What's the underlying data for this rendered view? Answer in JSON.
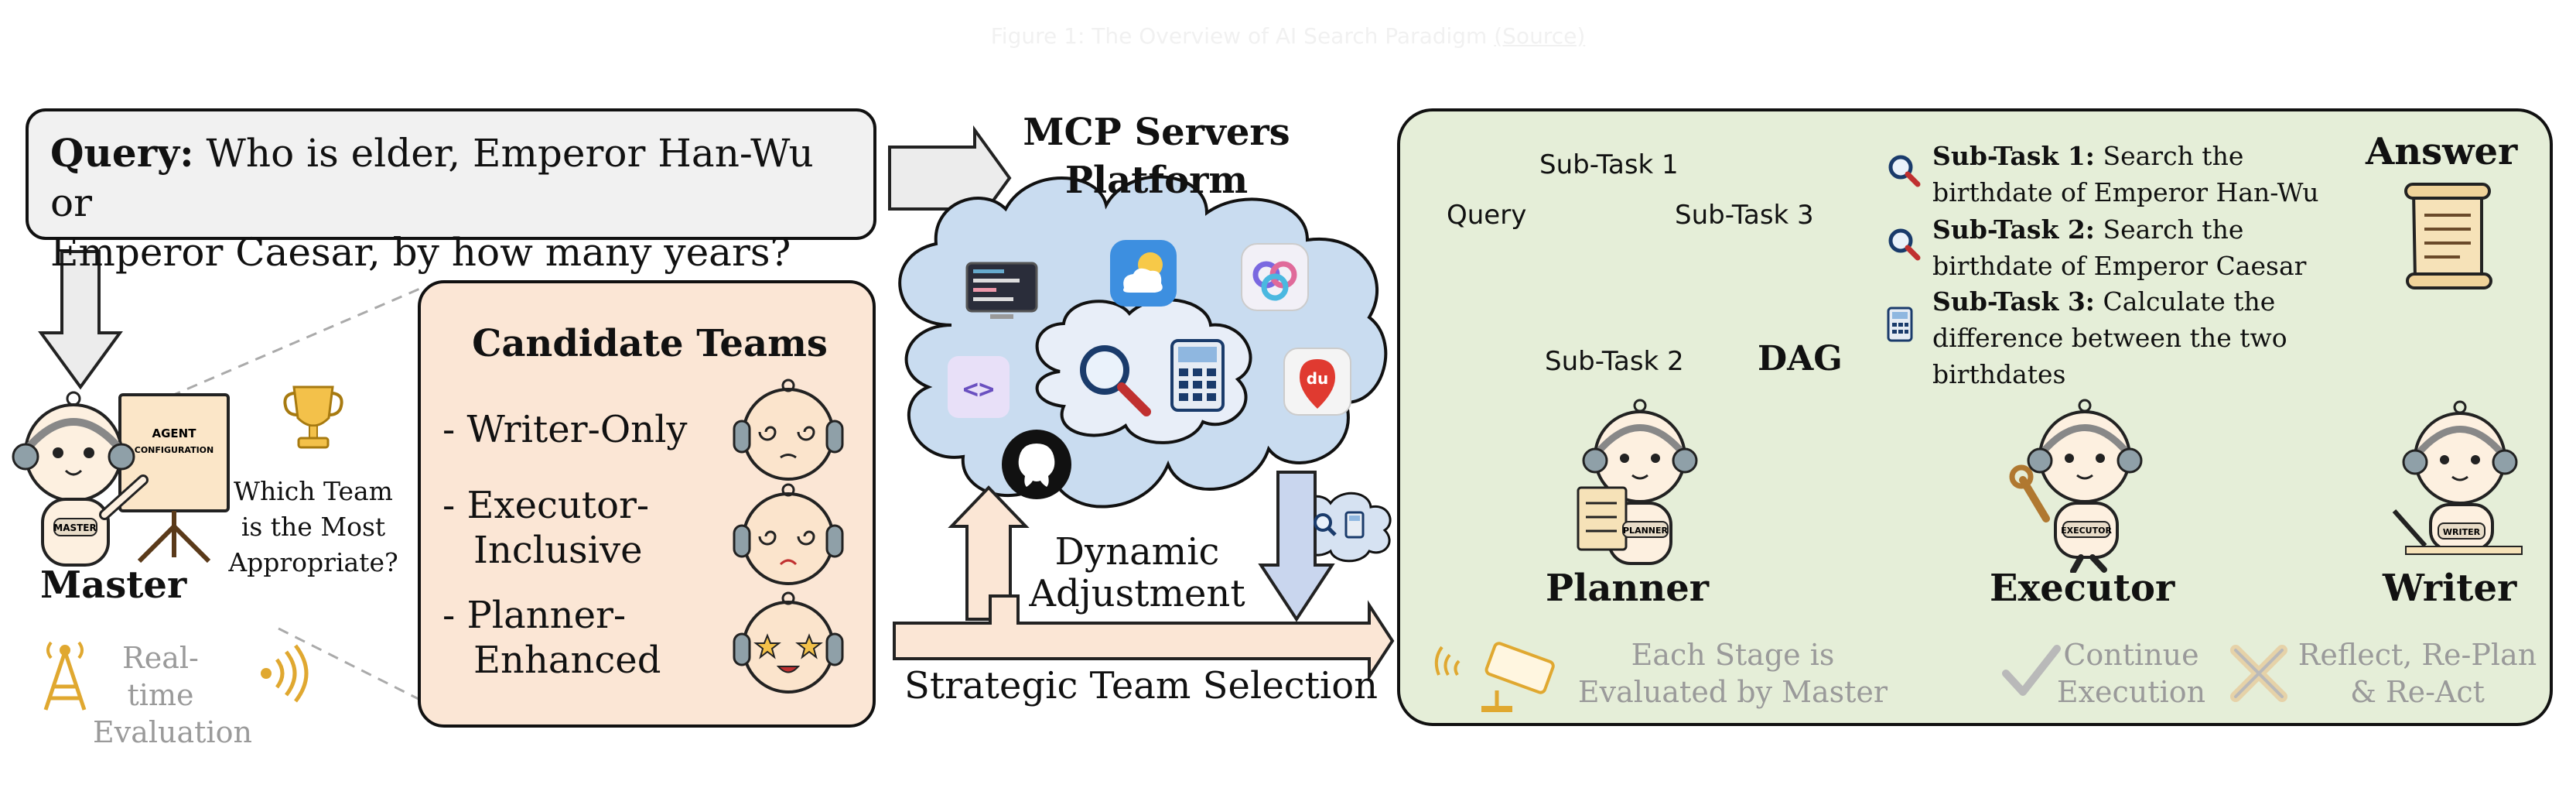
{
  "caption": {
    "text": "Figure 1: The Overview of AI Search Paradigm",
    "link": "(Source)"
  },
  "query": {
    "label": "Query:",
    "text_line1": "Who is elder, Emperor Han-Wu or",
    "text_line2": "Emperor Caesar, by how many years?"
  },
  "master": {
    "label": "Master",
    "question_lines": [
      "Which Team",
      "is the Most",
      "Appropriate?"
    ],
    "board_text": [
      "AGENT",
      "CONFIGURATION"
    ],
    "badge": "MASTER",
    "realtime_lines": [
      "Real-time",
      "Evaluation"
    ]
  },
  "candidate_teams": {
    "title": "Candidate Teams",
    "items": [
      {
        "lines": [
          "- Writer-Only"
        ]
      },
      {
        "lines": [
          "- Executor-",
          "  Inclusive"
        ]
      },
      {
        "lines": [
          "- Planner-",
          "  Enhanced"
        ]
      }
    ]
  },
  "mcp": {
    "title_lines": [
      "MCP Servers",
      "Platform"
    ],
    "icons": [
      "code-editor-icon",
      "weather-icon",
      "link-app-icon",
      "code-brackets-icon",
      "search-icon",
      "calculator-icon",
      "map-pin-icon",
      "github-icon"
    ],
    "dynamic_lines": [
      "Dynamic",
      "Adjustment"
    ],
    "strategic": "Strategic Team Selection"
  },
  "dag": {
    "label": "DAG",
    "query_label": "Query",
    "subtask1": "Sub-Task 1",
    "subtask2": "Sub-Task 2",
    "subtask3": "Sub-Task 3"
  },
  "subtasks": [
    {
      "bold": "Sub-Task 1:",
      "line1": "Search the",
      "line2": "birthdate of Emperor Han-Wu",
      "icon": "search-icon"
    },
    {
      "bold": "Sub-Task 2:",
      "line1": "Search the",
      "line2": "birthdate of Emperor Caesar",
      "icon": "search-icon"
    },
    {
      "bold": "Sub-Task 3:",
      "line1": "Calculate the",
      "line2": "difference between the two",
      "line3": "birthdates",
      "icon": "calculator-icon"
    }
  ],
  "agents": {
    "planner": {
      "label": "Planner",
      "badge": "PLANNER"
    },
    "executor": {
      "label": "Executor",
      "badge": "EXECUTOR"
    },
    "writer": {
      "label": "Writer",
      "badge": "WRITER"
    },
    "answer": "Answer"
  },
  "bottom": {
    "evaluated_lines": [
      "Each Stage is",
      "Evaluated by Master"
    ],
    "continue_lines": [
      "Continue",
      "Execution"
    ],
    "reflect_lines": [
      "Reflect, Re-Plan",
      "& Re-Act"
    ]
  },
  "colors": {
    "query_bg": "#f1f1f1",
    "teams_bg": "#fbe6d5",
    "right_bg": "#e5eed8",
    "cloud_bg": "#c9dcf0",
    "green_node": "#7bb04a",
    "green_arrow": "#c3dfa8"
  }
}
